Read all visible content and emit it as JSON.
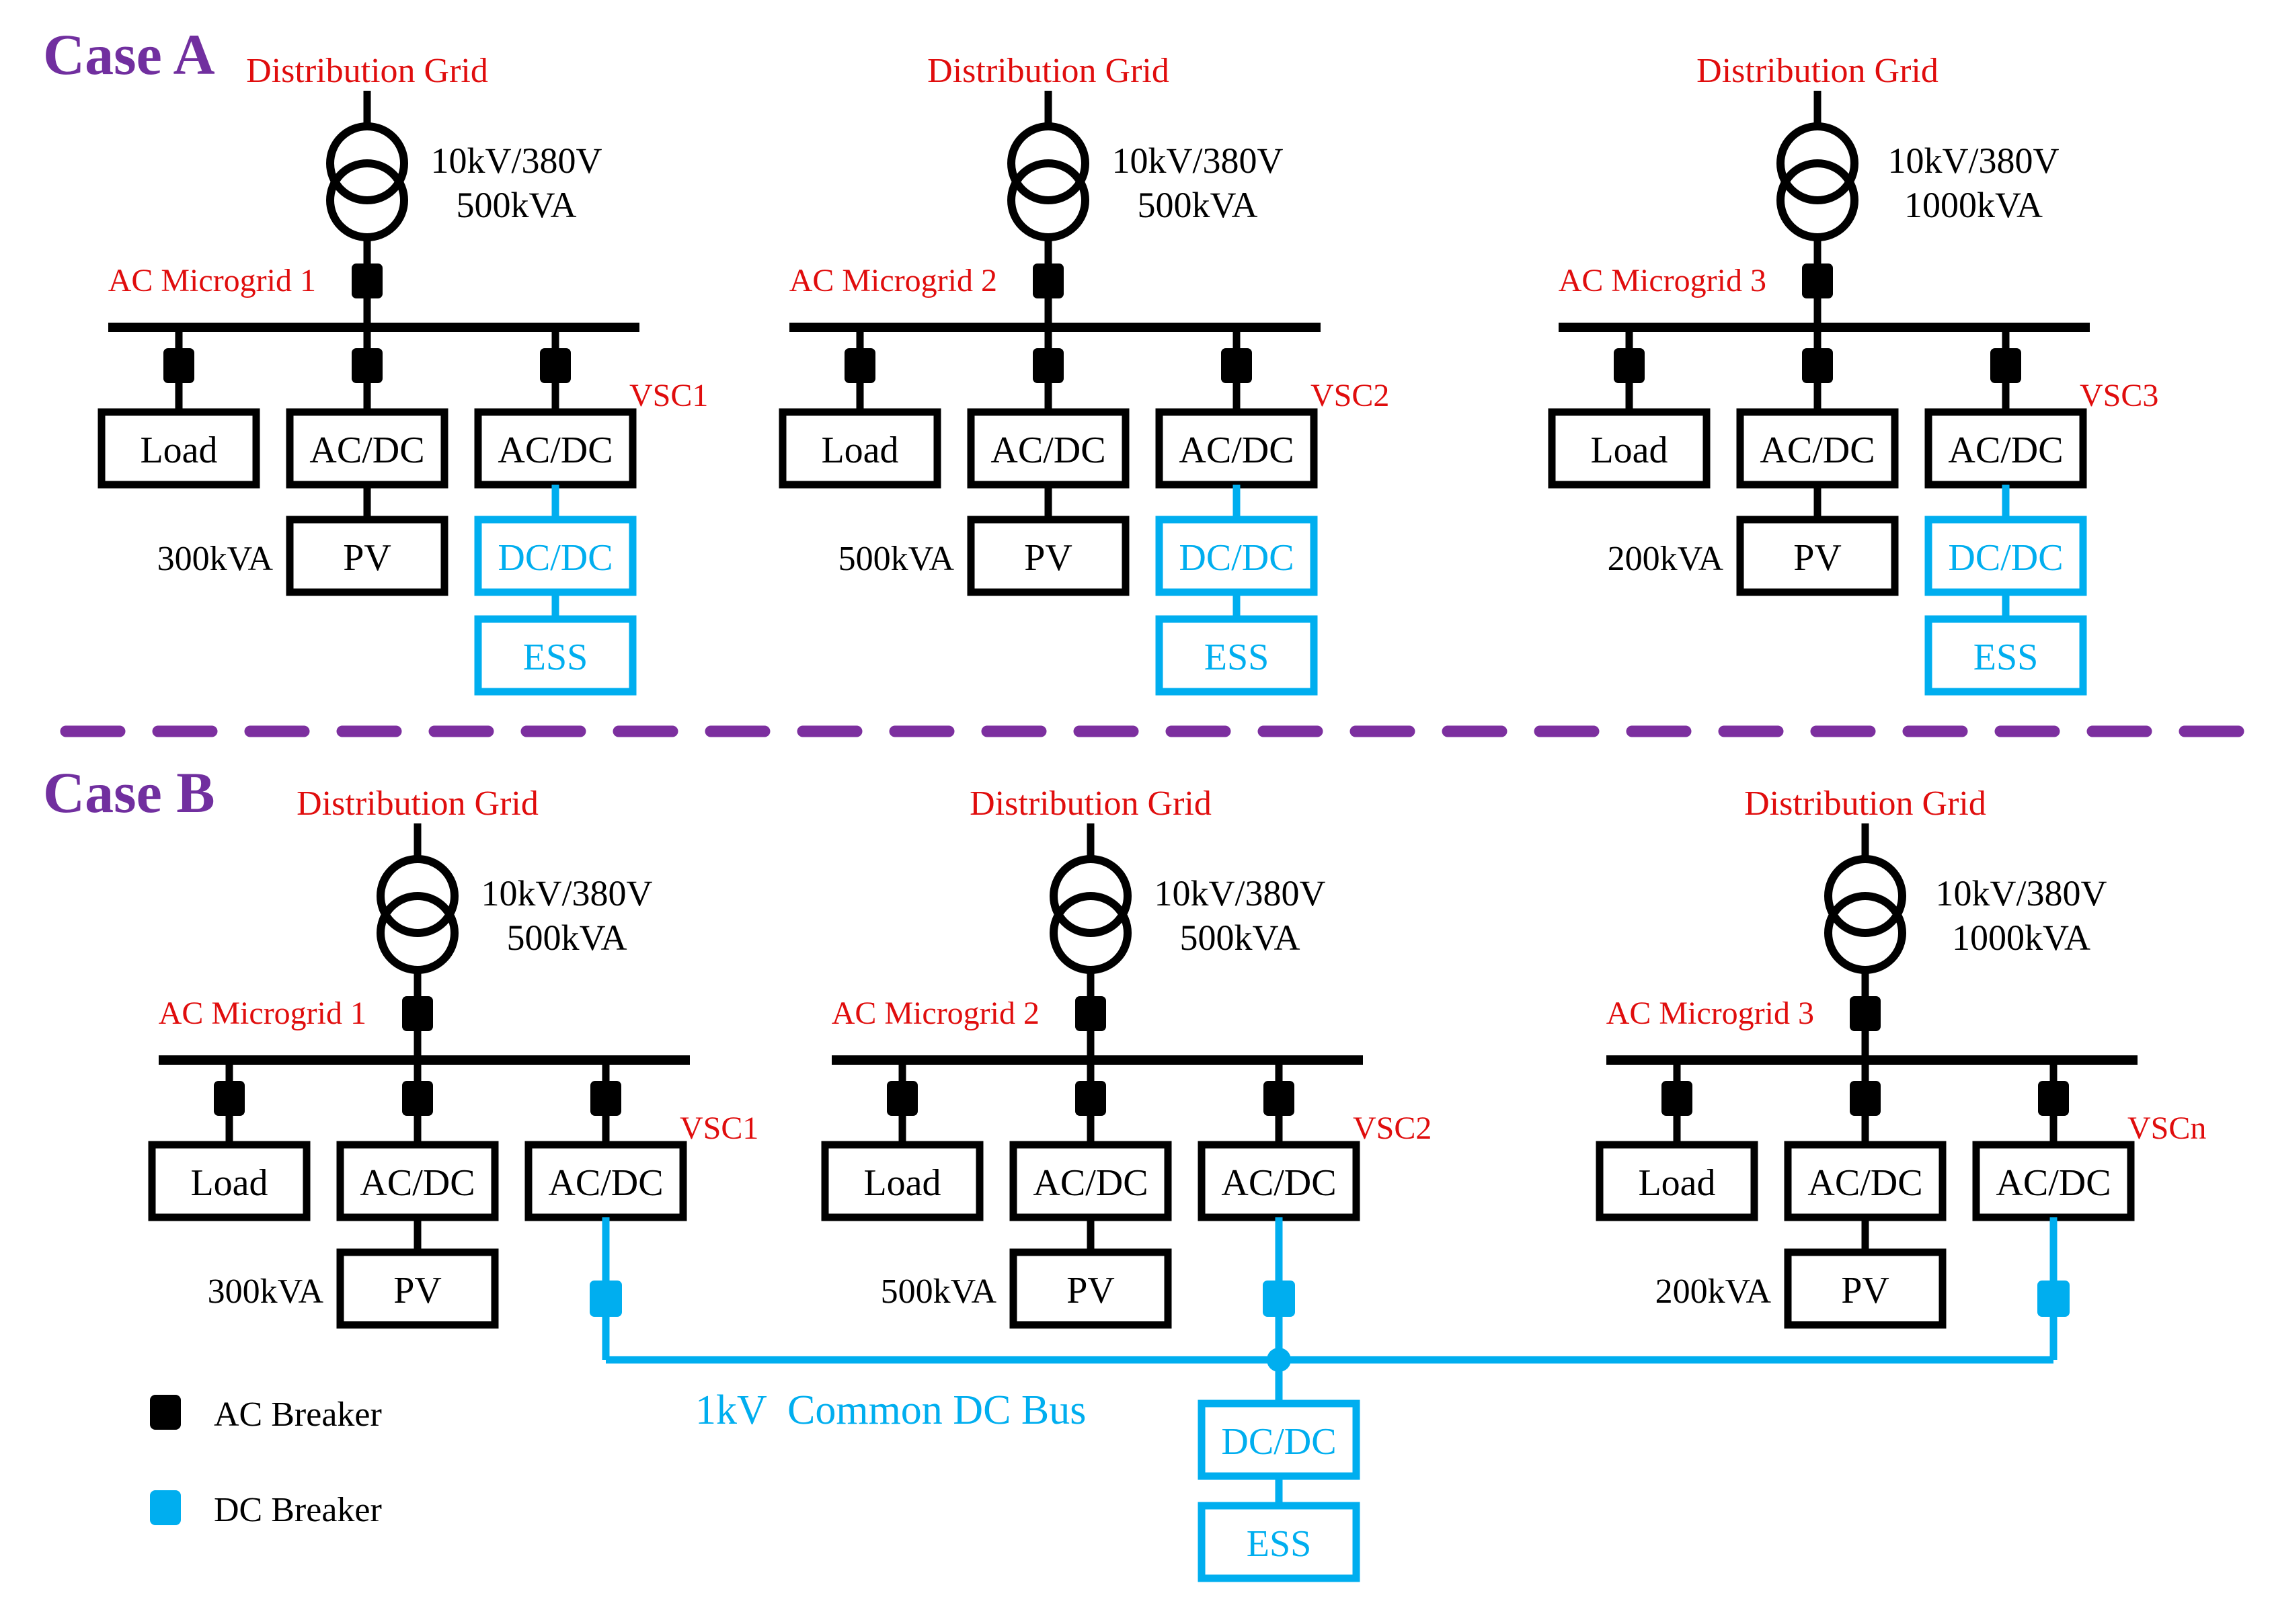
{
  "palette": {
    "red_label": "#e00d0d",
    "purple_title": "#712f9f",
    "purple_dash": "#7c2f9f",
    "dc_blue": "#00aeef",
    "black": "#000000"
  },
  "case_a": {
    "title": "Case A",
    "microgrids": [
      {
        "grid_label": "Distribution Grid",
        "voltage": "10kV/380V",
        "rating": "500kVA",
        "label": "AC Microgrid 1",
        "vsc_label": "VSC1",
        "load_box": "Load",
        "converter_box": "AC/DC",
        "vsc_box": "AC/DC",
        "pv_box": "PV",
        "load_rating": "300kVA",
        "dcdc_box": "DC/DC",
        "ess_box": "ESS"
      },
      {
        "grid_label": "Distribution Grid",
        "voltage": "10kV/380V",
        "rating": "500kVA",
        "label": "AC Microgrid 2",
        "vsc_label": "VSC2",
        "load_box": "Load",
        "converter_box": "AC/DC",
        "vsc_box": "AC/DC",
        "pv_box": "PV",
        "load_rating": "500kVA",
        "dcdc_box": "DC/DC",
        "ess_box": "ESS"
      },
      {
        "grid_label": "Distribution Grid",
        "voltage": "10kV/380V",
        "rating": "1000kVA",
        "label": "AC Microgrid 3",
        "vsc_label": "VSC3",
        "load_box": "Load",
        "converter_box": "AC/DC",
        "vsc_box": "AC/DC",
        "pv_box": "PV",
        "load_rating": "200kVA",
        "dcdc_box": "DC/DC",
        "ess_box": "ESS"
      }
    ]
  },
  "case_b": {
    "title": "Case B",
    "microgrids": [
      {
        "grid_label": "Distribution Grid",
        "voltage": "10kV/380V",
        "rating": "500kVA",
        "label": "AC Microgrid 1",
        "vsc_label": "VSC1",
        "load_box": "Load",
        "converter_box": "AC/DC",
        "vsc_box": "AC/DC",
        "pv_box": "PV",
        "load_rating": "300kVA"
      },
      {
        "grid_label": "Distribution Grid",
        "voltage": "10kV/380V",
        "rating": "500kVA",
        "label": "AC Microgrid 2",
        "vsc_label": "VSC2",
        "load_box": "Load",
        "converter_box": "AC/DC",
        "vsc_box": "AC/DC",
        "pv_box": "PV",
        "load_rating": "500kVA"
      },
      {
        "grid_label": "Distribution Grid",
        "voltage": "10kV/380V",
        "rating": "1000kVA",
        "label": "AC Microgrid 3",
        "vsc_label": "VSCn",
        "load_box": "Load",
        "converter_box": "AC/DC",
        "vsc_box": "AC/DC",
        "pv_box": "PV",
        "load_rating": "200kVA"
      }
    ],
    "dc_bus": {
      "voltage_label": "1kV",
      "name_label": "Common DC Bus",
      "dcdc_box": "DC/DC",
      "ess_box": "ESS"
    }
  },
  "legend": {
    "ac_breaker_label": "AC Breaker",
    "dc_breaker_label": "DC Breaker"
  }
}
